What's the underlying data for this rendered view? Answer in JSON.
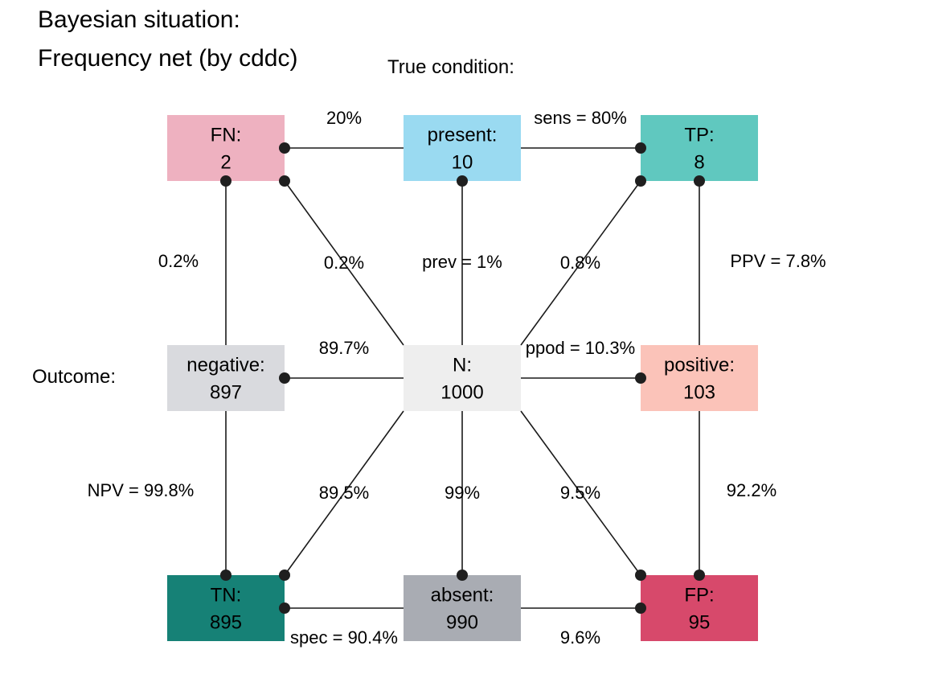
{
  "title": {
    "line1": "Bayesian situation:",
    "line2": "Frequency net (by cddc)"
  },
  "headers": {
    "condition": "True condition:",
    "outcome": "Outcome:"
  },
  "colors": {
    "line": "#1a1a1a",
    "dot": "#1f1f1f",
    "FN": "#EEB1C0",
    "present": "#9ADAF1",
    "TP": "#60C8BF",
    "negative": "#D9DADE",
    "N": "#EEEEEE",
    "positive": "#FBC3B9",
    "TN": "#168176",
    "absent": "#A9ACB3",
    "FP": "#D7496B"
  },
  "nodes": [
    {
      "id": "FN",
      "label": "FN:",
      "value": "2",
      "col": 0,
      "row": 0
    },
    {
      "id": "present",
      "label": "present:",
      "value": "10",
      "col": 1,
      "row": 0
    },
    {
      "id": "TP",
      "label": "TP:",
      "value": "8",
      "col": 2,
      "row": 0
    },
    {
      "id": "negative",
      "label": "negative:",
      "value": "897",
      "col": 0,
      "row": 1
    },
    {
      "id": "N",
      "label": "N:",
      "value": "1000",
      "col": 1,
      "row": 1
    },
    {
      "id": "positive",
      "label": "positive:",
      "value": "103",
      "col": 2,
      "row": 1
    },
    {
      "id": "TN",
      "label": "TN:",
      "value": "895",
      "col": 0,
      "row": 2
    },
    {
      "id": "absent",
      "label": "absent:",
      "value": "990",
      "col": 1,
      "row": 2
    },
    {
      "id": "FP",
      "label": "FP:",
      "value": "95",
      "col": 2,
      "row": 2
    }
  ],
  "edges": [
    {
      "from": "present",
      "to": "FN",
      "label": "20%"
    },
    {
      "from": "present",
      "to": "TP",
      "label": "sens = 80%"
    },
    {
      "from": "N",
      "to": "FN",
      "label": "0.2%"
    },
    {
      "from": "N",
      "to": "present",
      "label": "prev = 1%"
    },
    {
      "from": "N",
      "to": "TP",
      "label": "0.8%"
    },
    {
      "from": "negative",
      "to": "FN",
      "label": "0.2%"
    },
    {
      "from": "positive",
      "to": "TP",
      "label": "PPV = 7.8%"
    },
    {
      "from": "N",
      "to": "negative",
      "label": "89.7%"
    },
    {
      "from": "N",
      "to": "positive",
      "label": "ppod = 10.3%"
    },
    {
      "from": "negative",
      "to": "TN",
      "label": "NPV = 99.8%"
    },
    {
      "from": "N",
      "to": "TN",
      "label": "89.5%"
    },
    {
      "from": "N",
      "to": "absent",
      "label": "99%"
    },
    {
      "from": "N",
      "to": "FP",
      "label": "9.5%"
    },
    {
      "from": "positive",
      "to": "FP",
      "label": "92.2%"
    },
    {
      "from": "absent",
      "to": "TN",
      "label": "spec = 90.4%"
    },
    {
      "from": "absent",
      "to": "FP",
      "label": "9.6%"
    }
  ]
}
